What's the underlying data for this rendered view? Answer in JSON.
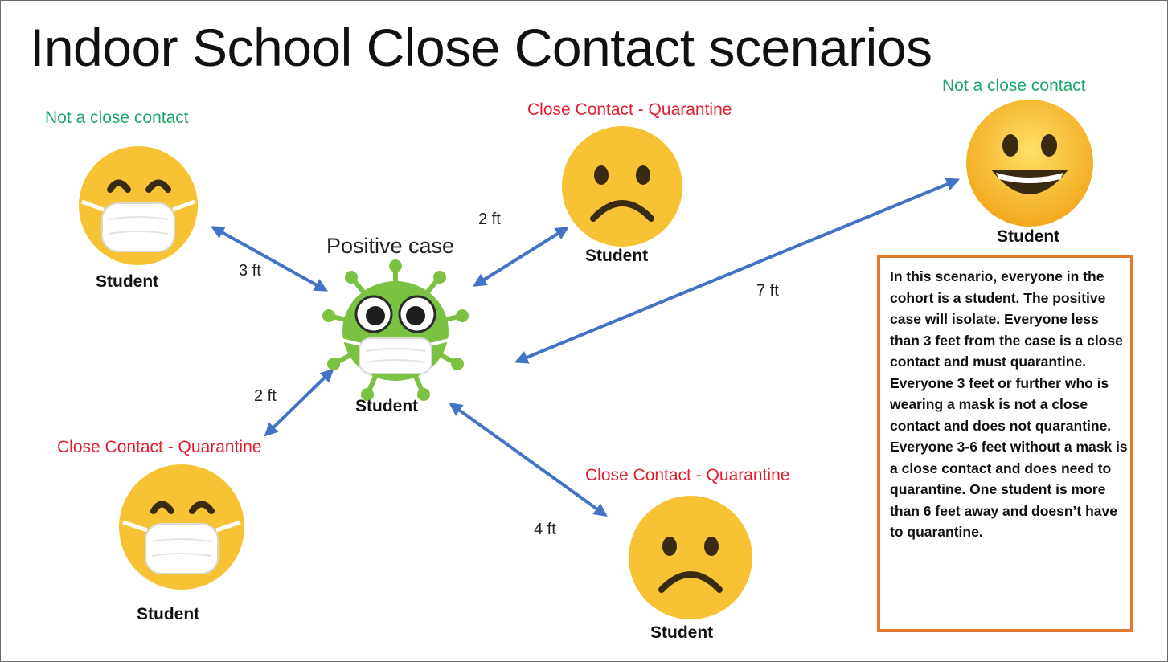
{
  "title": "Indoor School Close Contact scenarios",
  "colors": {
    "safe": "#1aa86a",
    "quarantine": "#e31d2f",
    "arrow": "#4472c4",
    "note_border": "#e07a2e",
    "face_yellow": "#f7c233",
    "virus_green": "#7cc242"
  },
  "center": {
    "label": "Positive case",
    "role": "Student",
    "icon": "virus-mask-icon"
  },
  "students": [
    {
      "status": "Not a close contact",
      "role": "Student",
      "distance": "3 ft",
      "icon": "masked-face-icon"
    },
    {
      "status": "Close Contact - Quarantine",
      "role": "Student",
      "distance": "2 ft",
      "icon": "sad-face-icon"
    },
    {
      "status": "Not a close contact",
      "role": "Student",
      "distance": "7 ft",
      "icon": "grinning-face-icon"
    },
    {
      "status": "Close Contact - Quarantine",
      "role": "Student",
      "distance": "2 ft",
      "icon": "masked-face-icon"
    },
    {
      "status": "Close Contact - Quarantine",
      "role": "Student",
      "distance": "4 ft",
      "icon": "sad-face-icon"
    }
  ],
  "note": "In this scenario, everyone in the cohort is a student. The positive case will isolate. Everyone less than 3 feet from the case is a close contact and must quarantine. Everyone 3 feet or further who is wearing a mask is not a close contact and does not quarantine. Everyone 3-6 feet without a mask is a close contact and does need to quarantine. One student is more than 6 feet away and doesn’t have to quarantine."
}
